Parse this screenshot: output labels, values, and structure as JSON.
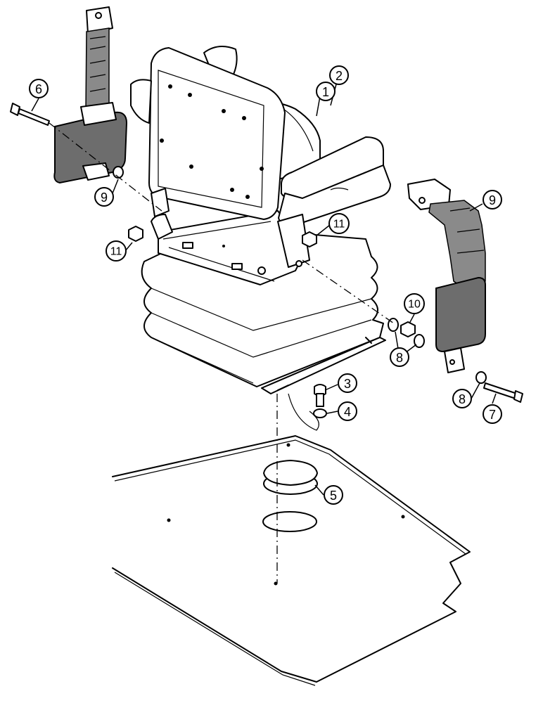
{
  "callouts": [
    {
      "id": "c1",
      "label": "1"
    },
    {
      "id": "c2",
      "label": "2"
    },
    {
      "id": "c3",
      "label": "3"
    },
    {
      "id": "c4",
      "label": "4"
    },
    {
      "id": "c5",
      "label": "5"
    },
    {
      "id": "c6",
      "label": "6"
    },
    {
      "id": "c7",
      "label": "7"
    },
    {
      "id": "c8a",
      "label": "8"
    },
    {
      "id": "c8b",
      "label": "8"
    },
    {
      "id": "c9a",
      "label": "9"
    },
    {
      "id": "c9b",
      "label": "9"
    },
    {
      "id": "c10",
      "label": "10"
    },
    {
      "id": "c11a",
      "label": "11"
    },
    {
      "id": "c11b",
      "label": "11"
    }
  ]
}
